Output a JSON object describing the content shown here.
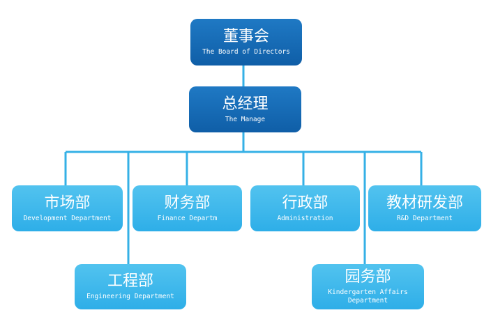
{
  "colors": {
    "top_node": "#1468b5",
    "dept_node": "#3db7ec",
    "connector": "#35b0e6",
    "text": "#ffffff"
  },
  "board": {
    "title": "董事会",
    "subtitle": "The Board of Directors"
  },
  "manager": {
    "title": "总经理",
    "subtitle": "The Manage"
  },
  "departments": {
    "market": {
      "title": "市场部",
      "subtitle": "Development Department"
    },
    "finance": {
      "title": "财务部",
      "subtitle": "Finance Departm"
    },
    "admin": {
      "title": "行政部",
      "subtitle": "Administration"
    },
    "rd": {
      "title": "教材研发部",
      "subtitle": "R&D Department"
    },
    "engineering": {
      "title": "工程部",
      "subtitle": "Engineering Department"
    },
    "kindergarten": {
      "title": "园务部",
      "subtitle": "Kindergarten Affairs\nDepartment"
    }
  }
}
